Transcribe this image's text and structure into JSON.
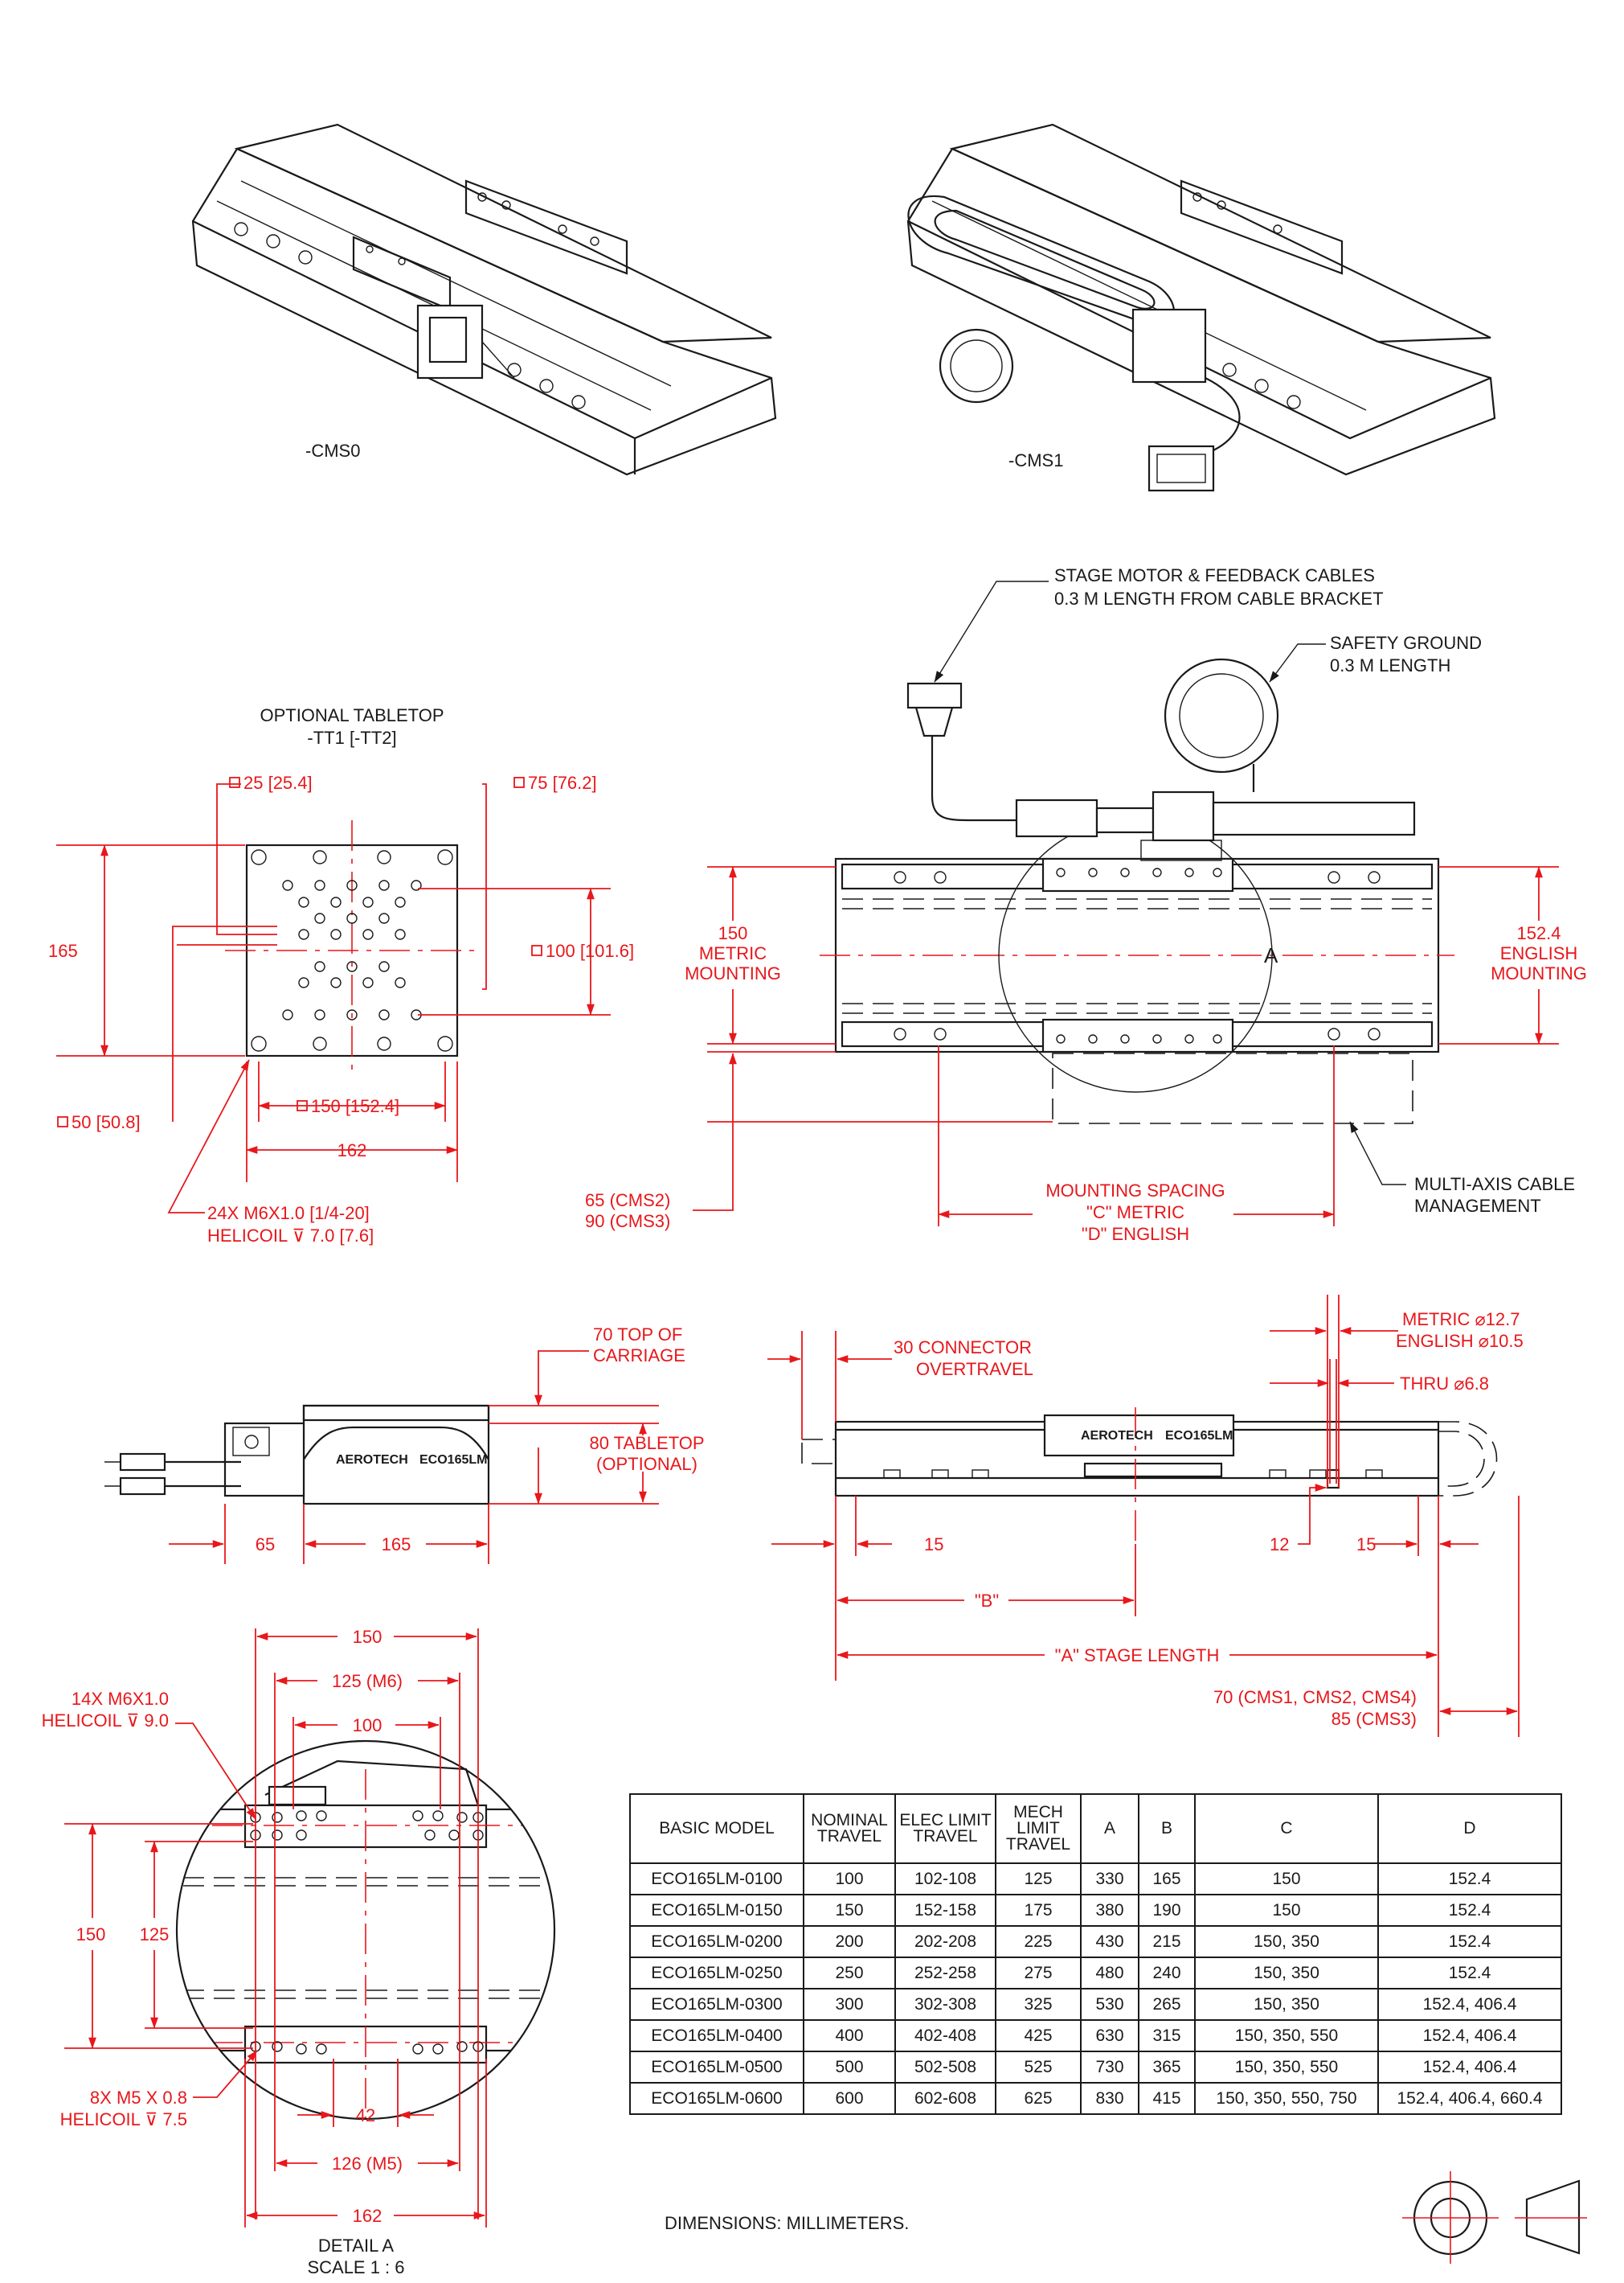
{
  "variants": {
    "cms0": "-CMS0",
    "cms1": "-CMS1"
  },
  "tabletop": {
    "title": "OPTIONAL TABLETOP",
    "subtitle": "-TT1 [-TT2]",
    "sq25": "25 [25.4]",
    "sq75": "75 [76.2]",
    "dim165": "165",
    "sq100": "100 [101.6]",
    "sq50": "50 [50.8]",
    "sq150": "150 [152.4]",
    "dim162": "162",
    "holes_line1": "24X M6X1.0 [1/4-20]",
    "holes_line2": "HELICOIL ⊽ 7.0 [7.6]"
  },
  "top_view": {
    "cables_line1": "STAGE MOTOR & FEEDBACK CABLES",
    "cables_line2": "0.3 M LENGTH FROM CABLE BRACKET",
    "ground_line1": "SAFETY GROUND",
    "ground_line2": "0.3 M LENGTH",
    "metric_line1": "150",
    "metric_line2": "METRIC",
    "metric_line3": "MOUNTING",
    "english_line1": "152.4",
    "english_line2": "ENGLISH",
    "english_line3": "MOUNTING",
    "detail_marker": "A",
    "cms_line1": "65 (CMS2)",
    "cms_line2": "90 (CMS3)",
    "spacing_line1": "MOUNTING SPACING",
    "spacing_line2": "\"C\" METRIC",
    "spacing_line3": "\"D\" ENGLISH",
    "multi_line1": "MULTI-AXIS CABLE",
    "multi_line2": "MANAGEMENT"
  },
  "end_view": {
    "carriage_line1": "70 TOP OF",
    "carriage_line2": "CARRIAGE",
    "tabletop_line1": "80 TABLETOP",
    "tabletop_line2": "(OPTIONAL)",
    "dim65": "65",
    "dim165": "165",
    "brand": "AEROTECH",
    "model": "ECO165LM"
  },
  "side_view": {
    "metric_hole": "METRIC ⌀12.7",
    "english_hole": "ENGLISH ⌀10.5",
    "thru": "THRU ⌀6.8",
    "connector_line1": "30 CONNECTOR",
    "connector_line2": "OVERTRAVEL",
    "dim15_left": "15",
    "dim12": "12",
    "dim15_right": "15",
    "dim_b": "\"B\"",
    "dim_a": "\"A\" STAGE LENGTH",
    "cms_line1": "70 (CMS1, CMS2, CMS4)",
    "cms_line2": "85 (CMS3)"
  },
  "detail": {
    "dim150_top": "150",
    "dim125_m6": "125 (M6)",
    "dim100": "100",
    "holes14_line1": "14X M6X1.0",
    "holes14_line2": "HELICOIL ⊽ 9.0",
    "dim150_left": "150",
    "dim125_left": "125",
    "holes8_line1": "8X M5 X 0.8",
    "holes8_line2": "HELICOIL ⊽ 7.5",
    "dim42": "42",
    "dim126_m5": "126 (M5)",
    "dim162": "162",
    "title": "DETAIL A",
    "scale": "SCALE 1 : 6"
  },
  "table": {
    "headers": [
      "BASIC MODEL",
      "NOMINAL TRAVEL",
      "ELEC LIMIT TRAVEL",
      "MECH LIMIT TRAVEL",
      "A",
      "B",
      "C",
      "D"
    ],
    "rows": [
      [
        "ECO165LM-0100",
        "100",
        "102-108",
        "125",
        "330",
        "165",
        "150",
        "152.4"
      ],
      [
        "ECO165LM-0150",
        "150",
        "152-158",
        "175",
        "380",
        "190",
        "150",
        "152.4"
      ],
      [
        "ECO165LM-0200",
        "200",
        "202-208",
        "225",
        "430",
        "215",
        "150, 350",
        "152.4"
      ],
      [
        "ECO165LM-0250",
        "250",
        "252-258",
        "275",
        "480",
        "240",
        "150, 350",
        "152.4"
      ],
      [
        "ECO165LM-0300",
        "300",
        "302-308",
        "325",
        "530",
        "265",
        "150, 350",
        "152.4, 406.4"
      ],
      [
        "ECO165LM-0400",
        "400",
        "402-408",
        "425",
        "630",
        "315",
        "150, 350, 550",
        "152.4, 406.4"
      ],
      [
        "ECO165LM-0500",
        "500",
        "502-508",
        "525",
        "730",
        "365",
        "150, 350, 550",
        "152.4, 406.4"
      ],
      [
        "ECO165LM-0600",
        "600",
        "602-608",
        "625",
        "830",
        "415",
        "150, 350, 550, 750",
        "152.4, 406.4, 660.4"
      ]
    ]
  },
  "footer": {
    "units": "DIMENSIONS: MILLIMETERS."
  },
  "colors": {
    "dimension": "#e8171b",
    "line": "#1a1a1a"
  }
}
